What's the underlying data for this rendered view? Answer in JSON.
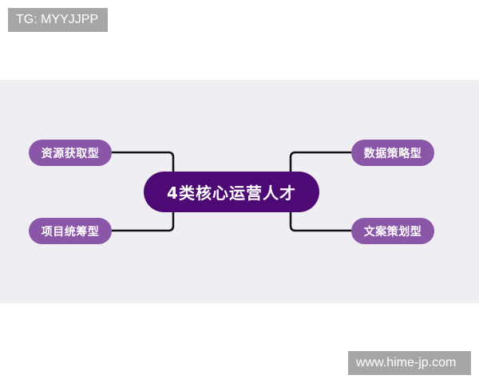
{
  "watermarks": {
    "top_left": "TG: MYYJJPP",
    "bottom_right": "www.hime-jp.com"
  },
  "mindmap": {
    "center": {
      "label": "4类核心运营人才",
      "color": "#4d0a74"
    },
    "branch_color": "#8a56a8",
    "background_color": "#efeff3",
    "connector_color": "#111111",
    "branches": [
      {
        "position": "top-left",
        "label": "资源获取型"
      },
      {
        "position": "bottom-left",
        "label": "项目统筹型"
      },
      {
        "position": "top-right",
        "label": "数据策略型"
      },
      {
        "position": "bottom-right",
        "label": "文案策划型"
      }
    ]
  }
}
